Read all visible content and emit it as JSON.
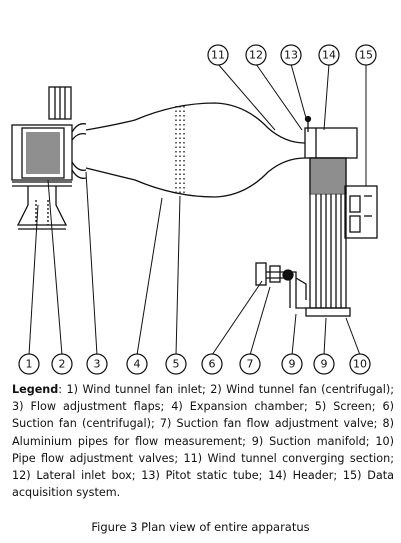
{
  "callouts": [
    "1",
    "2",
    "3",
    "4",
    "5",
    "6",
    "7",
    "9",
    "9",
    "10",
    "11",
    "12",
    "13",
    "14",
    "15"
  ],
  "legend": {
    "heading": "Legend",
    "text": ": 1) Wind tunnel fan inlet; 2) Wind tunnel fan (centrifugal); 3) Flow adjustment flaps; 4) Expansion chamber; 5) Screen; 6) Suction fan (centrifugal); 7) Suction fan flow adjustment valve; 8) Aluminium pipes for flow measurement; 9) Suction manifold; 10) Pipe flow adjustment valves; 11) Wind tunnel converging section; 12) Lateral inlet box; 13) Pitot static tube; 14) Header; 15) Data acquisition system."
  },
  "caption": "Figure 3 Plan view of entire apparatus"
}
